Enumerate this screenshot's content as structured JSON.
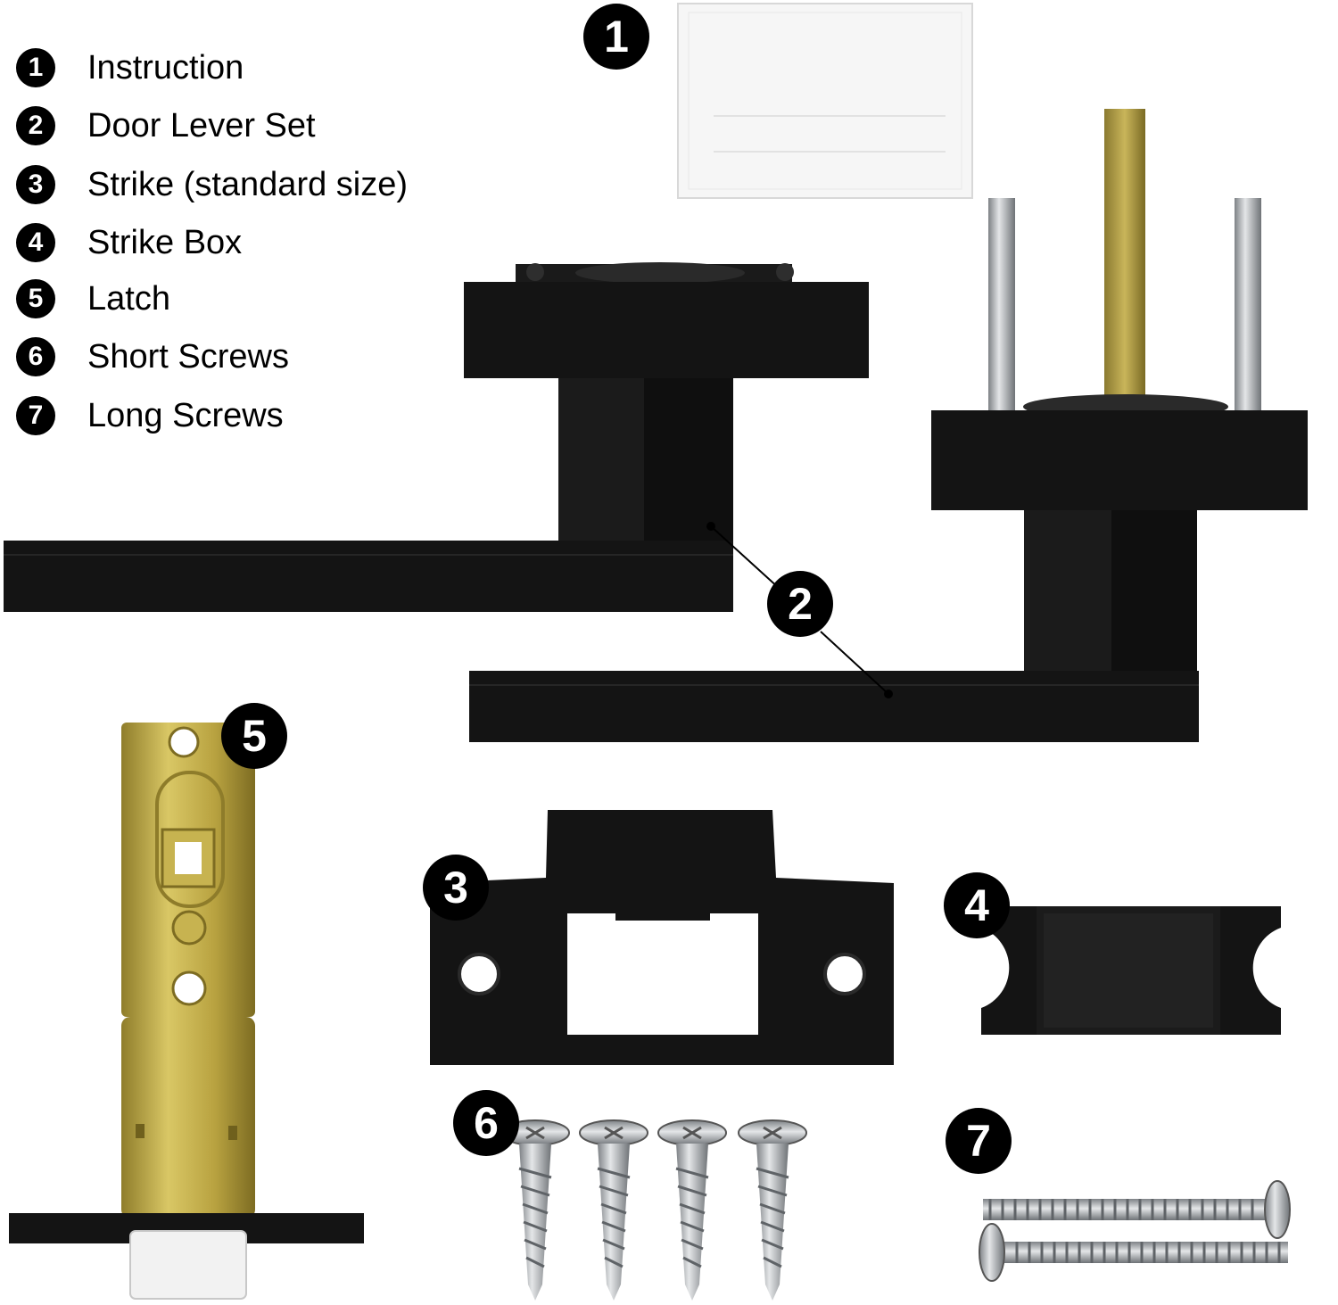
{
  "legend": {
    "items": [
      {
        "num": "1",
        "label": "Instruction"
      },
      {
        "num": "2",
        "label": "Door Lever Set"
      },
      {
        "num": "3",
        "label": "Strike (standard size)"
      },
      {
        "num": "4",
        "label": "Strike Box"
      },
      {
        "num": "5",
        "label": "Latch"
      },
      {
        "num": "6",
        "label": "Short Screws"
      },
      {
        "num": "7",
        "label": "Long Screws"
      }
    ]
  },
  "callouts": {
    "instruction": "1",
    "lever_set": "2",
    "strike": "3",
    "strike_box": "4",
    "latch": "5",
    "short_screws": "6",
    "long_screws": "7"
  },
  "colors": {
    "background": "#ffffff",
    "matte_black": "#141414",
    "brass": "#c9b34a",
    "steel": "#b9bcc0"
  }
}
